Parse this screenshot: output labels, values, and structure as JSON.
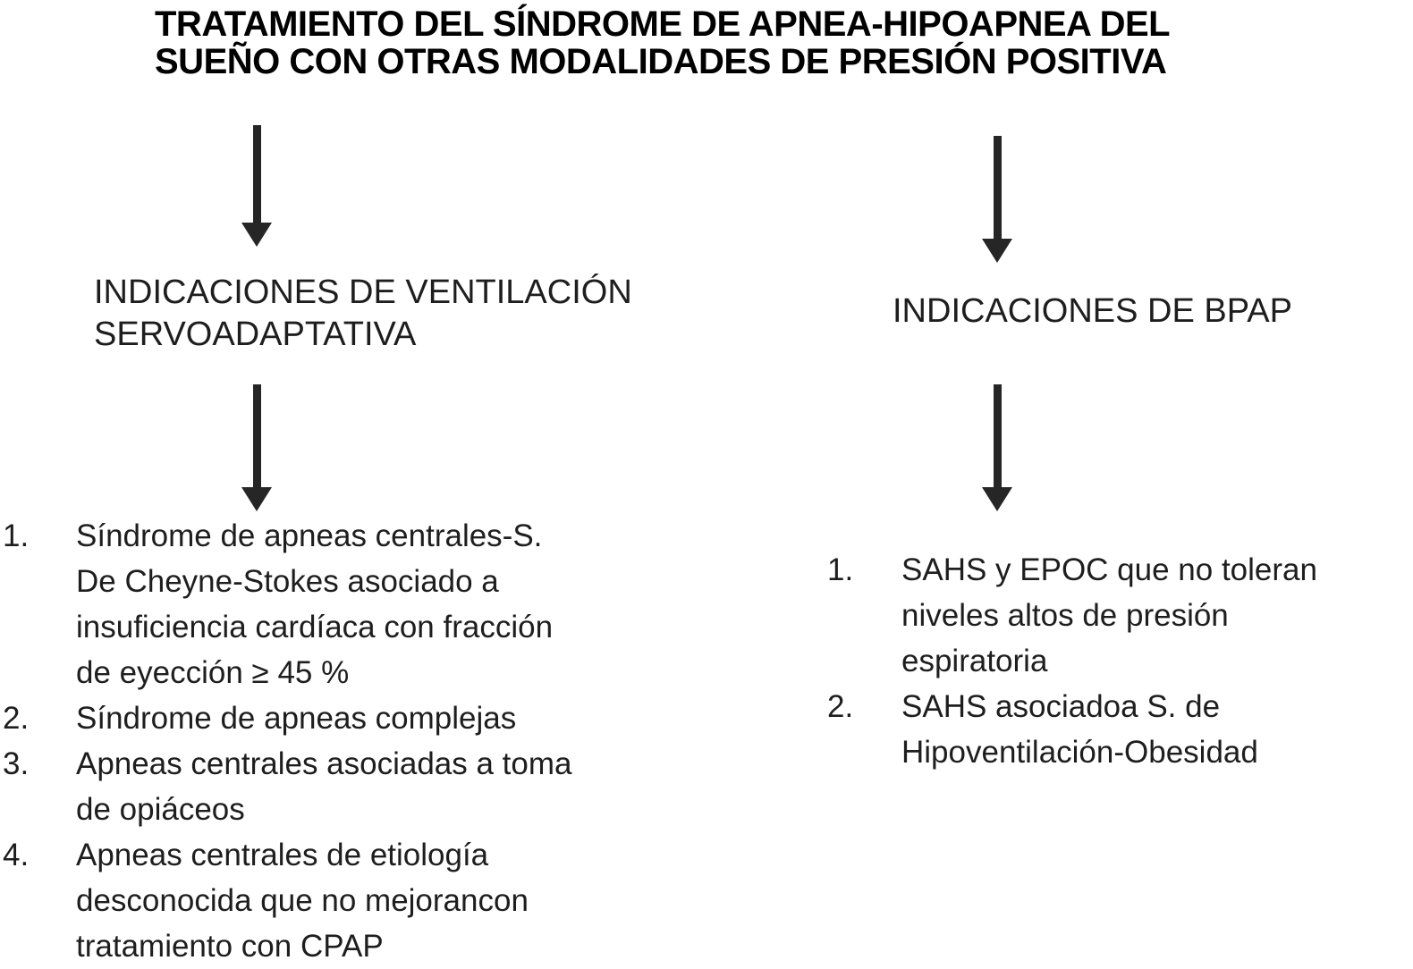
{
  "title": "TRATAMIENTO DEL SÍNDROME DE APNEA-HIPOAPNEA DEL\nSUEÑO CON OTRAS MODALIDADES DE PRESIÓN POSITIVA",
  "left_branch": {
    "heading": "INDICACIONES DE VENTILACIÓN\nSERVOADAPTATIVA",
    "items": [
      {
        "number": "1.",
        "text": "Síndrome de apneas centrales-S.\nDe Cheyne-Stokes asociado a\ninsuficiencia cardíaca con fracción\nde eyección ≥ 45 %"
      },
      {
        "number": "2.",
        "text": "Síndrome de apneas complejas"
      },
      {
        "number": "3.",
        "text": "Apneas centrales asociadas a toma\nde opiáceos"
      },
      {
        "number": "4.",
        "text": "Apneas centrales de etiología\ndesconocida que no mejorancon\ntratamiento con CPAP"
      }
    ]
  },
  "right_branch": {
    "heading": "INDICACIONES DE BPAP",
    "items": [
      {
        "number": "1.",
        "text": "SAHS y EPOC que no toleran\nniveles altos de presión\nespiratoria"
      },
      {
        "number": "2.",
        "text": "SAHS asociadoa S. de\nHipoventilación-Obesidad"
      }
    ]
  },
  "icons": {
    "arrows": [
      "down-arrow",
      "down-arrow",
      "down-arrow",
      "down-arrow"
    ]
  },
  "colors": {
    "background": "#ffffff",
    "title": "#000000",
    "text": "#1e1e1e",
    "arrow": "#262626"
  }
}
